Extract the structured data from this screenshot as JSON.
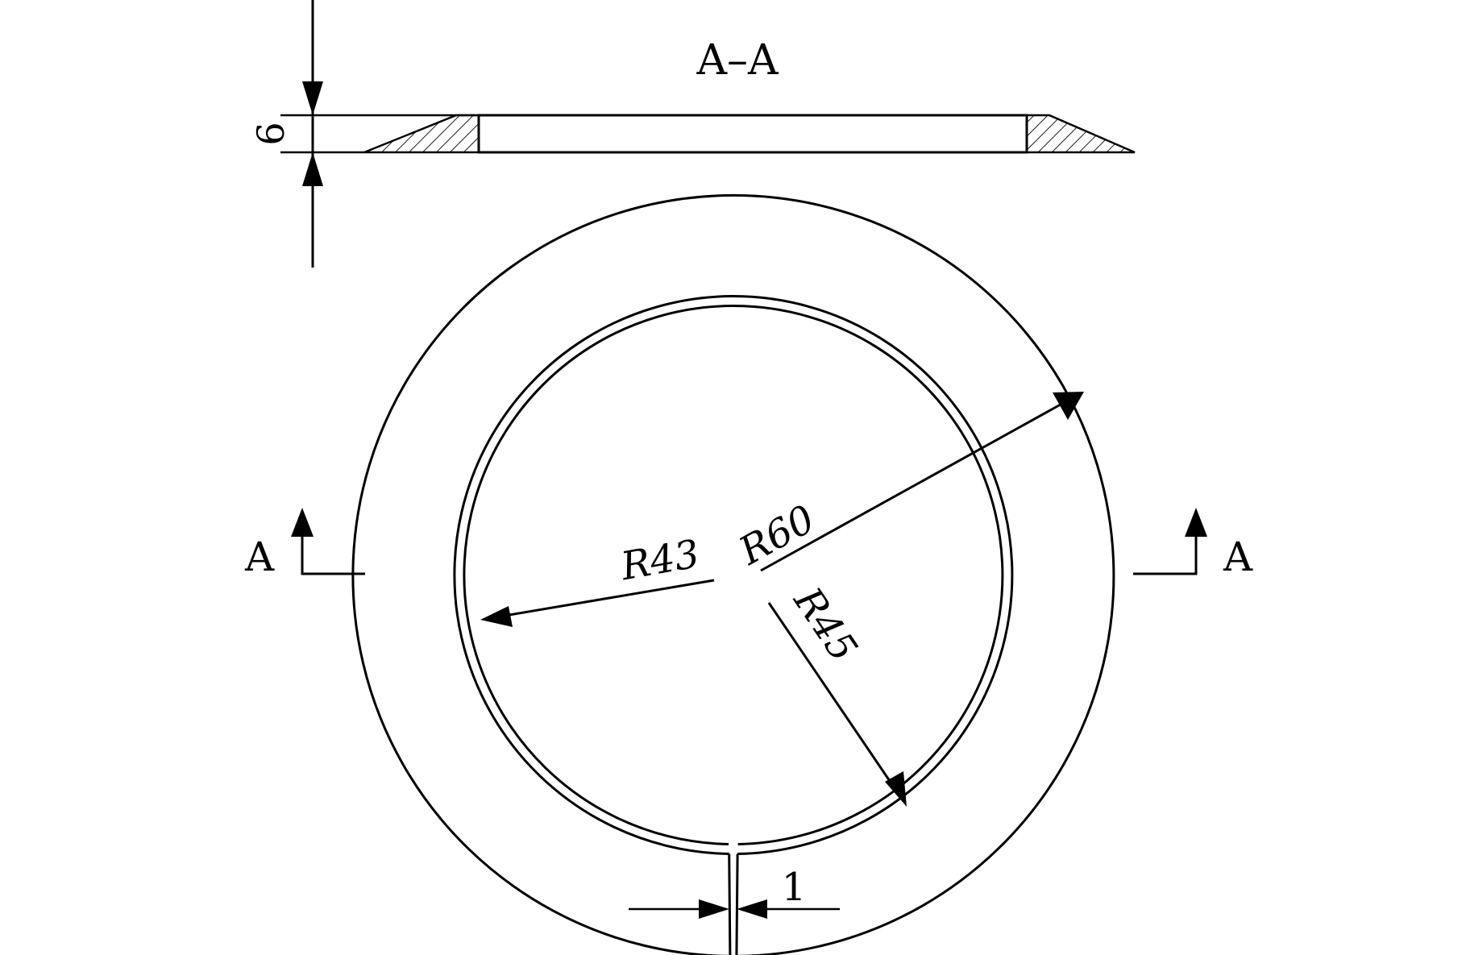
{
  "section_view": {
    "title": "A–A",
    "thickness_dimension": "6"
  },
  "plan_view": {
    "section_marker_left": "A",
    "section_marker_right": "A",
    "radius_inner": "R43",
    "radius_outer": "R60",
    "radius_ring": "R45",
    "gap_dimension": "1"
  }
}
